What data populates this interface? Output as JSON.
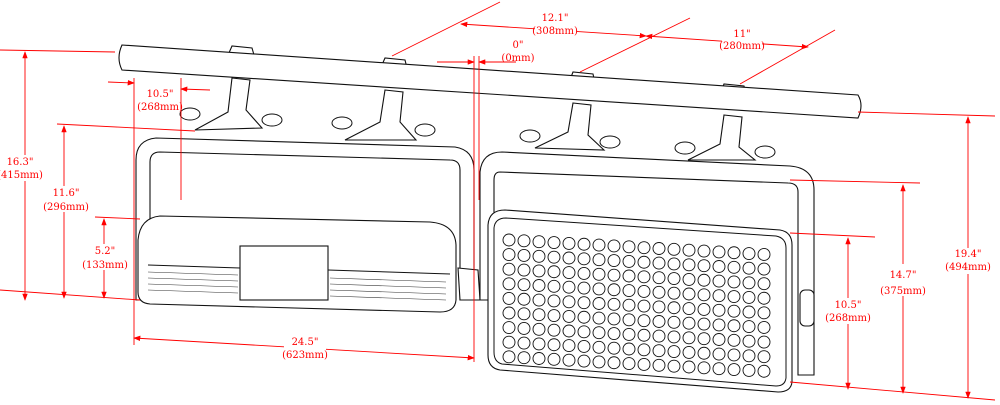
{
  "colors": {
    "dimension": "#ff0000",
    "outline": "#111111"
  },
  "led_grid": {
    "columns": 18,
    "rows": 9
  },
  "dimensions": {
    "bracket_spacing_top": {
      "inch": "12.1\"",
      "mm": "(308mm)"
    },
    "bracket_spacing_right": {
      "inch": "11\"",
      "mm": "(280mm)"
    },
    "gap": {
      "inch": "0\"",
      "mm": "(0mm)"
    },
    "bracket_offset_left": {
      "inch": "10.5\"",
      "mm": "(268mm)"
    },
    "total_height_left": {
      "inch": "16.3\"",
      "mm": "(415mm)"
    },
    "yoke_height_left": {
      "inch": "11.6\"",
      "mm": "(296mm)"
    },
    "fixture_depth": {
      "inch": "5.2\"",
      "mm": "(133mm)"
    },
    "total_width": {
      "inch": "24.5\"",
      "mm": "(623mm)"
    },
    "yoke_height_right": {
      "inch": "14.7\"",
      "mm": "(375mm)"
    },
    "fixture_height": {
      "inch": "10.5\"",
      "mm": "(268mm)"
    },
    "total_height_right": {
      "inch": "19.4\"",
      "mm": "(494mm)"
    }
  }
}
